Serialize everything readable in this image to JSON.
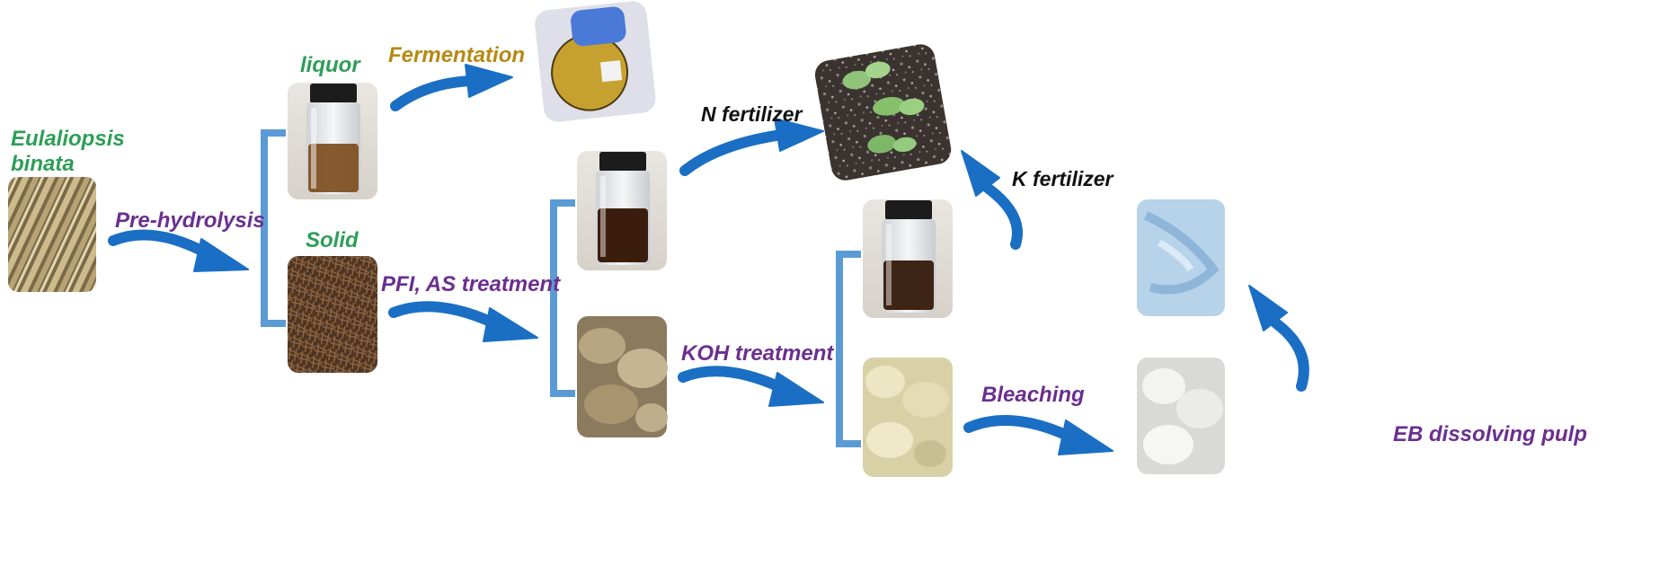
{
  "labels": {
    "raw_material_line1": "Eulaliopsis",
    "raw_material_line2": "binata",
    "prehydrolysis": "Pre-hydrolysis",
    "liquor": "liquor",
    "solid": "Solid",
    "fermentation": "Fermentation",
    "pfi_as": "PFI, AS treatment",
    "n_fertilizer": "N fertilizer",
    "koh": "KOH treatment",
    "k_fertilizer": "K fertilizer",
    "bleaching": "Bleaching",
    "eb_pulp": "EB dissolving pulp"
  },
  "colors": {
    "green_label": "#2e9e57",
    "purple_label": "#6b2f8f",
    "gold_label": "#b58a14",
    "black_label": "#111111",
    "arrow": "#1a6fc4",
    "bracket": "#5b9bd5"
  },
  "icons": [
    "curved-arrow-icon",
    "bracket-icon",
    "vial-photo",
    "fiber-photo",
    "plant-photo",
    "cloth-photo",
    "beaker-photo"
  ]
}
